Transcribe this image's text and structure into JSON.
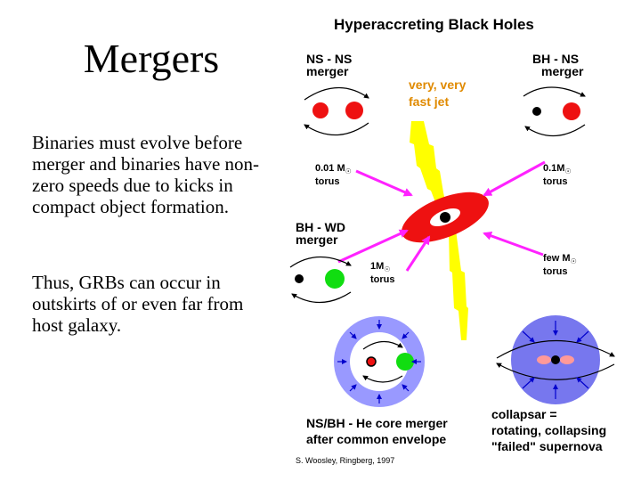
{
  "slide": {
    "title": "Mergers",
    "paragraphs": [
      "Binaries must evolve before merger and binaries have non-zero speeds due to kicks in compact object formation.",
      "Thus, GRBs can occur in outskirts of or even far from host galaxy."
    ]
  },
  "figure": {
    "title": "Hyperaccreting Black Holes",
    "labels": {
      "ns_ns": [
        "NS - NS",
        "merger"
      ],
      "bh_ns": [
        "BH - NS",
        "merger"
      ],
      "jet": [
        "very, very",
        "fast jet"
      ],
      "torus_ns_ns": {
        "mass": "0.01 M",
        "sub": "☉",
        "word": "torus"
      },
      "torus_bh_ns": {
        "mass": "0.1M",
        "sub": "☉",
        "word": "torus"
      },
      "bh_wd": [
        "BH - WD",
        "merger"
      ],
      "torus_bh_wd": {
        "mass": "1M",
        "sub": "☉",
        "word": "torus"
      },
      "torus_collapsar": {
        "mass": "few M",
        "sub": "☉",
        "word": "torus"
      },
      "he_core": [
        "NS/BH - He core merger",
        "after common envelope"
      ],
      "collapsar": [
        "collapsar =",
        "rotating, collapsing",
        "\"failed\" supernova"
      ],
      "credit": "S. Woosley, Ringberg, 1997"
    },
    "colors": {
      "neutron_star": "#ee1111",
      "white_dwarf": "#11dd11",
      "black_hole": "#000000",
      "torus": "#ee1111",
      "jet": "#ffff00",
      "arrows": "#ff22ff",
      "envelope": "#9999ff",
      "envelope_inner": "#ffffff",
      "collapsar_body": "#7777ee",
      "collapsar_torus": "#ff9999",
      "jet_text": "#e08a00"
    }
  }
}
